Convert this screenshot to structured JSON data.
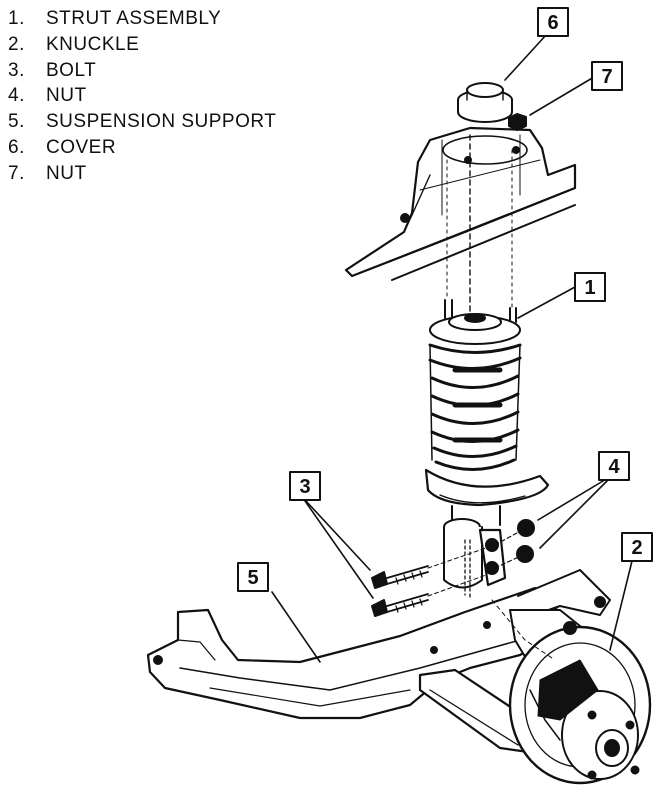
{
  "legend": {
    "items": [
      {
        "number": "1.",
        "label": "STRUT ASSEMBLY"
      },
      {
        "number": "2.",
        "label": "KNUCKLE"
      },
      {
        "number": "3.",
        "label": "BOLT"
      },
      {
        "number": "4.",
        "label": "NUT"
      },
      {
        "number": "5.",
        "label": "SUSPENSION SUPPORT"
      },
      {
        "number": "6.",
        "label": "COVER"
      },
      {
        "number": "7.",
        "label": "NUT"
      }
    ]
  },
  "callouts": {
    "c1": "1",
    "c2": "2",
    "c3": "3",
    "c4": "4",
    "c5": "5",
    "c6": "6",
    "c7": "7"
  },
  "colors": {
    "ink": "#111111",
    "paper": "#ffffff"
  }
}
